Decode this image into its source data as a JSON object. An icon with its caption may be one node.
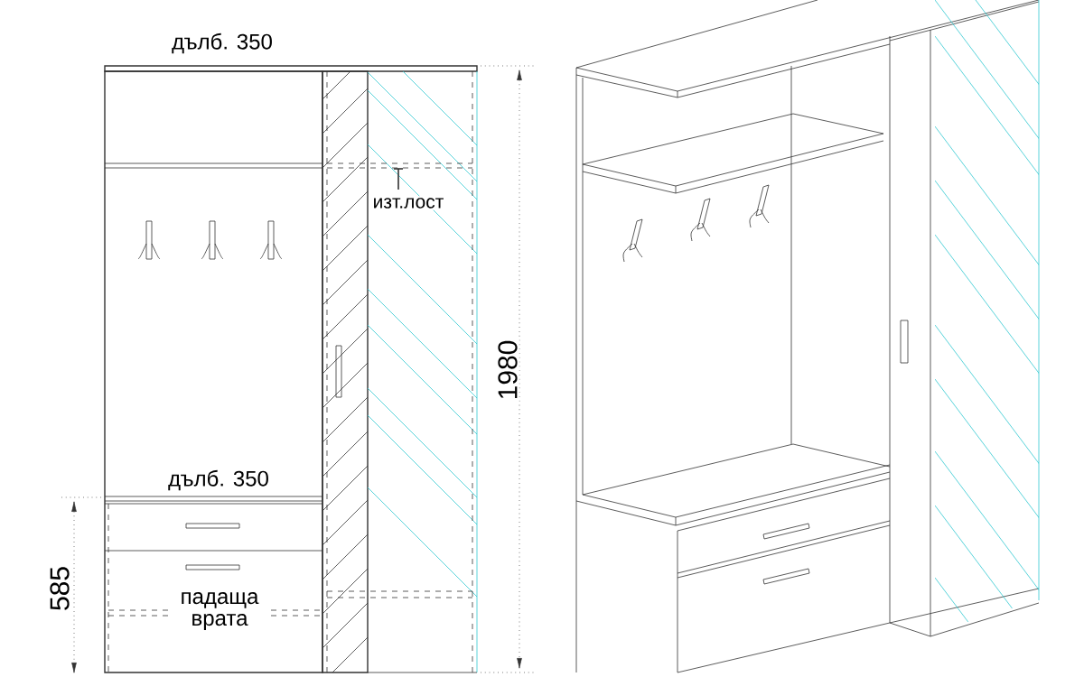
{
  "diagram": {
    "labels": [
      "дълб. 350",
      "изт.лост",
      "1980",
      "дълб. 350",
      "585",
      "падаща врата"
    ]
  }
}
